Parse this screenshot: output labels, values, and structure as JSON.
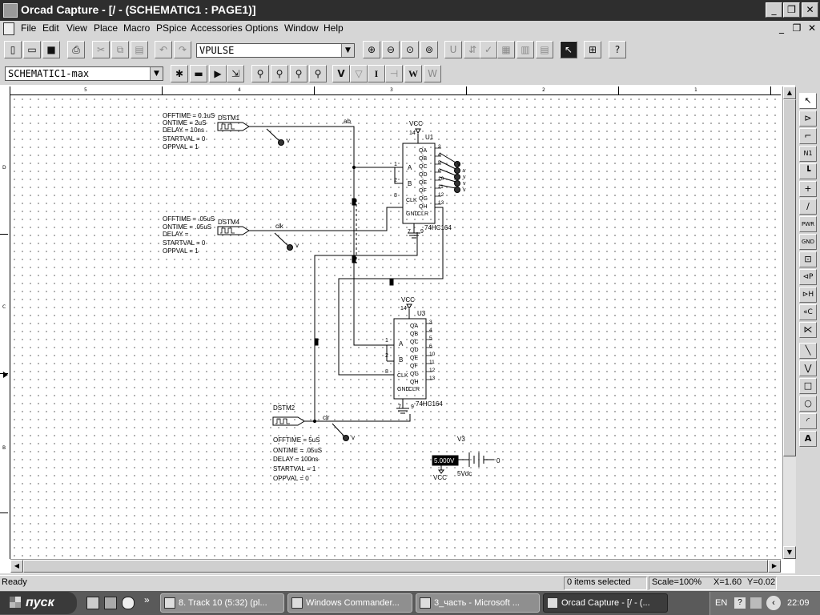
{
  "window": {
    "title": "Orcad Capture - [/ - (SCHEMATIC1 : PAGE1)]",
    "buttons": {
      "minimize": "_",
      "restore": "❐",
      "close": "✕"
    }
  },
  "menu": [
    "File",
    "Edit",
    "View",
    "Place",
    "Macro",
    "PSpice",
    "Accessories",
    "Options",
    "Window",
    "Help"
  ],
  "toolbar": {
    "part_combo": "VPULSE",
    "schematic_combo": "SCHEMATIC1-max",
    "btn_V": "V",
    "btn_I": "I",
    "btn_W": "W"
  },
  "ruler": {
    "top": [
      "5",
      "4",
      "3",
      "2",
      "1"
    ],
    "left": [
      "D",
      "C",
      "B"
    ]
  },
  "schematic": {
    "stimuli": [
      {
        "ref": "DSTM1",
        "net": "ab",
        "params": [
          "OFFTIME = 0.1uS",
          "ONTIME = 2uS",
          "DELAY = 10ns",
          "STARTVAL = 0",
          "OPPVAL = 1"
        ]
      },
      {
        "ref": "DSTM4",
        "net": "clk",
        "params": [
          "OFFTIME = .05uS",
          "ONTIME = .05uS",
          "DELAY =",
          "STARTVAL = 0",
          "OPPVAL = 1"
        ]
      },
      {
        "ref": "DSTM2",
        "net": "clr",
        "params": [
          "OFFTIME = 5uS",
          "ONTIME = .05uS",
          "DELAY = 100ns",
          "STARTVAL = 1",
          "OPPVAL = 0"
        ]
      }
    ],
    "probe_label": "v",
    "chips": [
      {
        "ref": "U1",
        "part": "74HC164",
        "vcc": "VCC",
        "vcc_pin": "14",
        "gnd_pin": "7",
        "clr_pin": "9"
      },
      {
        "ref": "U3",
        "part": "74HC164",
        "vcc": "VCC",
        "vcc_pin": "14",
        "gnd_pin": "7",
        "clr_pin": "9"
      }
    ],
    "chip_pins_left": [
      "A",
      "B",
      "CLK",
      "GND",
      "CLR"
    ],
    "chip_pin_nums_left": [
      "1",
      "2",
      "8"
    ],
    "chip_pins_right": [
      "QA",
      "QB",
      "QC",
      "QD",
      "QE",
      "QF",
      "QG",
      "QH"
    ],
    "chip_pin_nums_right": [
      "3",
      "4",
      "5",
      "6",
      "10",
      "11",
      "12",
      "13"
    ],
    "source": {
      "ref": "V3",
      "value": "5Vdc",
      "voltage_label": "5.000V",
      "net": "VCC",
      "ground": "0"
    }
  },
  "status": {
    "ready": "Ready",
    "selected": "0 items selected",
    "scale": "Scale=100%",
    "x": "X=1.60",
    "y": "Y=0.02"
  },
  "taskbar": {
    "start": "пуск",
    "tasks": [
      "8. Track 10 (5:32) (pl...",
      "Windows Commander...",
      "3_часть - Microsoft ...",
      "Orcad Capture - [/ - (..."
    ],
    "lang": "EN",
    "clock": "22:09"
  }
}
